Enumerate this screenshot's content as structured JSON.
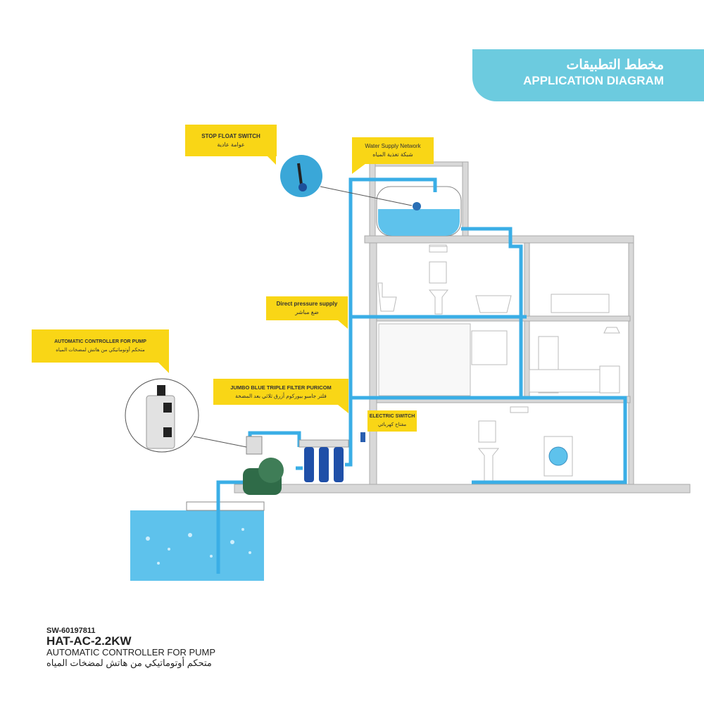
{
  "header": {
    "title_ar": "مخطط التطبيقات",
    "title_en": "APPLICATION DIAGRAM"
  },
  "labels": {
    "stop_float": {
      "en": "STOP FLOAT SWITCH",
      "ar": "عوامة عادية"
    },
    "water_supply": {
      "en": "Water Supply Network",
      "ar": "شبكة تغذية المياه"
    },
    "direct_pressure": {
      "en": "Direct pressure supply",
      "ar": "ضغ مباشر"
    },
    "auto_controller": {
      "en": "AUTOMATIC CONTROLLER FOR PUMP",
      "ar": "متحكم أوتوماتيكي من هاتش لمضخات المياه"
    },
    "jumbo_filter": {
      "en": "JUMBO BLUE TRIPLE FILTER PURICOM",
      "ar": "فلتر جامبو بيوركوم أزرق ثلاثي بعد المضخة"
    },
    "electric_switch": {
      "en": "ELECTRIC SWITCH",
      "ar": "مفتاح كهربائي"
    }
  },
  "product": {
    "sku": "SW-60197811",
    "model": "HAT-AC-2.2KW",
    "name_en": "AUTOMATIC CONTROLLER FOR PUMP",
    "name_ar": "متحكم أوتوماتيكي من هاتش لمضخات المياه"
  },
  "colors": {
    "banner": "#6ccbdf",
    "label": "#f9d616",
    "pipe": "#3aaee6",
    "water": "#5ec2ec"
  }
}
